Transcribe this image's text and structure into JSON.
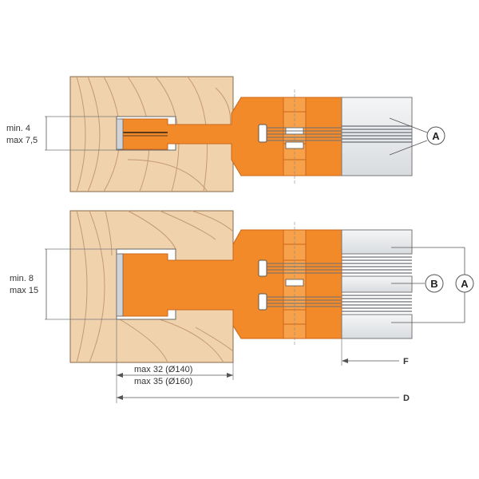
{
  "colors": {
    "wood": "#f0d2ad",
    "grain": "#c49a72",
    "cutter": "#f28a2a",
    "cutter_edge": "#c9651a",
    "steel_light": "#e4e6e8",
    "steel_mid": "#b8bcc0",
    "steel_dark": "#6a7078",
    "line": "#555555"
  },
  "top_view": {
    "dim_label_1": "min. 4",
    "dim_label_2": "max 7,5",
    "callout_a": "A"
  },
  "bottom_view": {
    "dim_label_1": "min. 8",
    "dim_label_2": "max 15",
    "callout_b": "B",
    "callout_a": "A",
    "depth_label_1": "max 32 (Ø140)",
    "depth_label_2": "max 35 (Ø160)",
    "dim_f": "F",
    "dim_d": "D"
  }
}
